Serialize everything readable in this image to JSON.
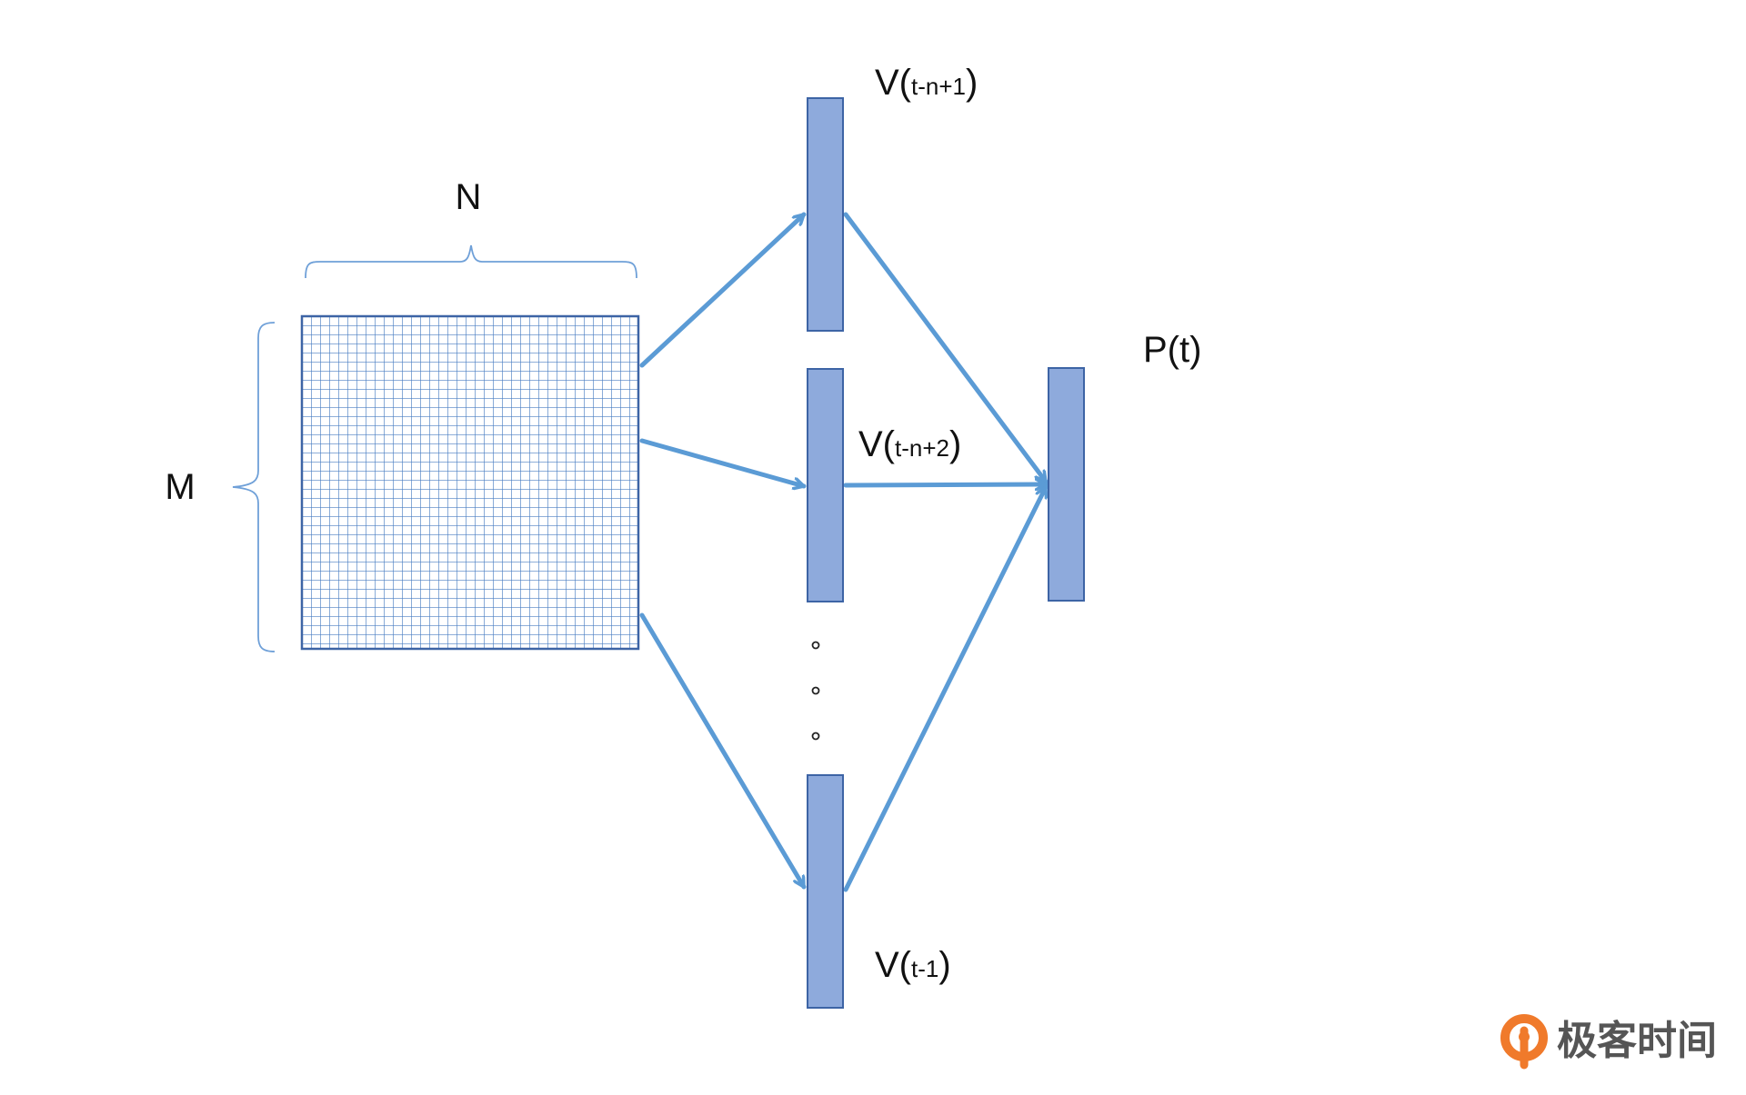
{
  "labels": {
    "n": "N",
    "m": "M",
    "v_top_base": "V(",
    "v_top_sub": "t-n+1",
    "v_top_close": ")",
    "v_mid_base": "V(",
    "v_mid_sub": "t-n+2",
    "v_mid_close": ")",
    "v_bot_base": "V(",
    "v_bot_sub": "t-1",
    "v_bot_close": ")",
    "p": "P(t)"
  },
  "ellipsis": [
    "。",
    "。",
    "。"
  ],
  "brand": {
    "text": "极客时间",
    "icon": "geektime-logo-icon"
  },
  "colors": {
    "grid": "#4a7ec2",
    "bar_fill": "#8eaadc",
    "bar_stroke": "#3d64a5",
    "arrow": "#5b9bd5",
    "brace": "#6fa0d8",
    "brand_orange": "#f07a2b",
    "brand_gray": "#555555"
  }
}
